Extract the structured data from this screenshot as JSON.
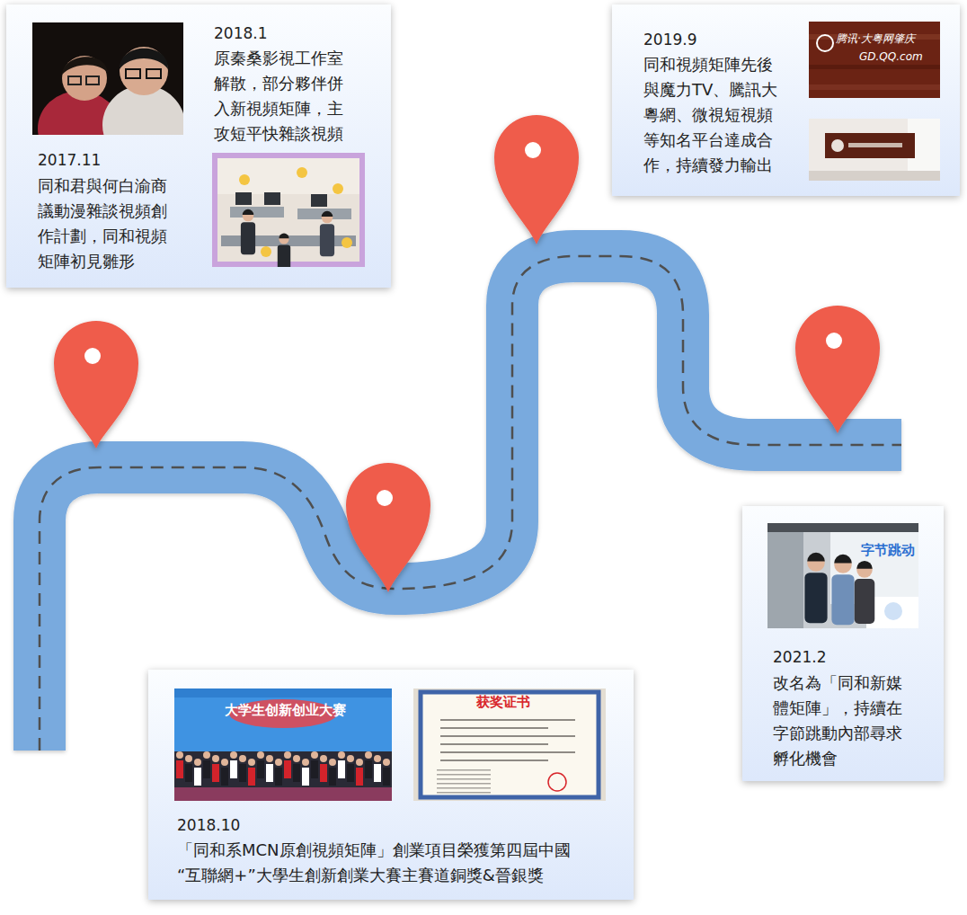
{
  "diagram": {
    "nodes": [
      {
        "text": [
          "2018.1",
          "原秦桑影視工作室 解散，部分夥伴併 入新視頻矩陣，主 攻短平快雜談視頻",
          "2017.11",
          "同和君與何白渝商 議動漫雜談視頻創 作計劃，同和視頻 矩陣初見雛形"
        ]
      },
      {
        "text": [
          "2019.9",
          "同和視頻矩陣先後 與魔力TV、騰訊大 粵網、微視短視頻 等知名平台達成合 作，持續發力輸出"
        ]
      },
      {
        "text": [
          "2021.2",
          "改名為「同和新媒 體矩陣」，持續在 字節跳動內部尋求 孵化機會"
        ]
      },
      {
        "text": [
          "2018.10",
          "「同和系MCN原創視頻矩陣」創業項目榮獲第四屆中國 “互聯網+”大學生創新創業大賽主賽道銅獎&晉銀獎"
        ]
      }
    ],
    "labels": [
      "腾讯·大粤网肇庆",
      "GD.QQ.com",
      "字节跳动",
      "大学生创新创业大赛",
      "获奖证书"
    ]
  }
}
